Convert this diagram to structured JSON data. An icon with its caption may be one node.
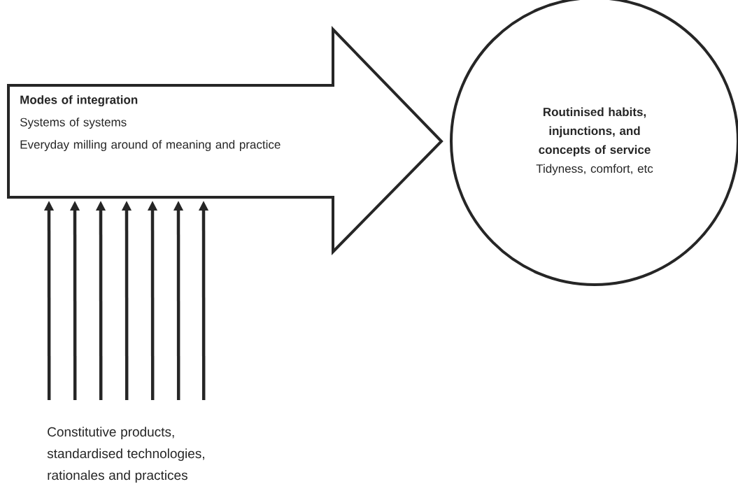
{
  "diagram": {
    "nodes": [
      {
        "text": [
          "Modes of integration",
          "Systems of systems",
          "Everyday milling around of meaning and practice"
        ]
      },
      {
        "text": [
          "Routinised habits, injunctions, and concepts of service",
          "Tidyness, comfort, etc"
        ]
      },
      {
        "text": [
          "Constitutive products, standardised technologies, rationales and practices"
        ]
      }
    ],
    "edges": [
      {
        "from": 2,
        "to": 0,
        "arrow": "to"
      },
      {
        "from": 2,
        "to": 0,
        "arrow": "to"
      },
      {
        "from": 2,
        "to": 0,
        "arrow": "to"
      },
      {
        "from": 2,
        "to": 0,
        "arrow": "to"
      },
      {
        "from": 2,
        "to": 0,
        "arrow": "to"
      },
      {
        "from": 2,
        "to": 0,
        "arrow": "to"
      },
      {
        "from": 2,
        "to": 0,
        "arrow": "to"
      }
    ]
  }
}
